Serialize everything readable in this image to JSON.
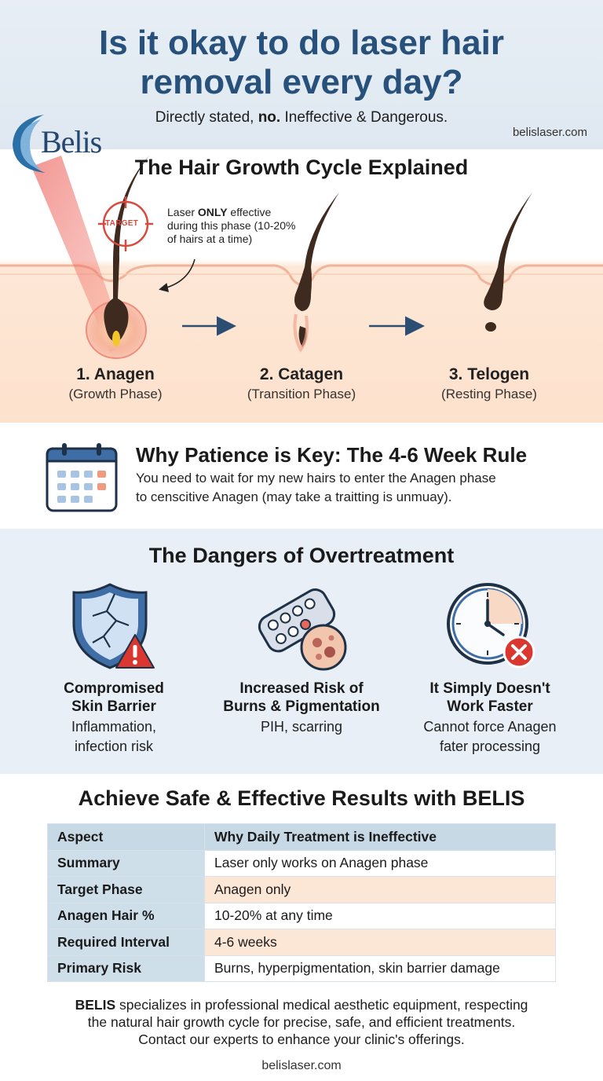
{
  "header": {
    "title_line1": "Is it okay to do laser hair",
    "title_line2": "removal every day?",
    "subtitle_pre": "Directly stated,",
    "subtitle_bold": "no.",
    "subtitle_post": "Ineffective & Dangerous.",
    "website": "belislaser.com",
    "logo_text": "Belis"
  },
  "cycle": {
    "title": "The Hair Growth Cycle Explained",
    "target_label": "TARGET",
    "note_pre": "Laser",
    "note_bold": "ONLY",
    "note_post": "effective during this phase (10-20% of hairs at a time)",
    "phases": [
      {
        "name": "1. Anagen",
        "sub": "(Growth Phase)"
      },
      {
        "name": "2. Catagen",
        "sub": "(Transition Phase)"
      },
      {
        "name": "3. Telogen",
        "sub": "(Resting Phase)"
      }
    ],
    "colors": {
      "skin": "#fde2cd",
      "hair": "#3e2a1f",
      "laser": "#e8413a",
      "arrow": "#2c4e72"
    }
  },
  "patience": {
    "title": "Why Patience is Key: The 4-6 Week Rule",
    "line1": "You need to wait for my new hairs to enter the Anagen phase",
    "line2": "to censcitive Anagen (may take a traitting is unmuay)."
  },
  "dangers": {
    "title": "The Dangers of Overtreatment",
    "items": [
      {
        "title_line1": "Compromised",
        "title_line2": "Skin Barrier",
        "desc_line1": "Inflammation,",
        "desc_line2": "infection risk",
        "icon": "cracked-shield-icon"
      },
      {
        "title_line1": "Increased Risk of",
        "title_line2": "Burns & Pigmentation",
        "desc_line1": "PIH, scarring",
        "desc_line2": "",
        "icon": "pills-pigmentation-icon"
      },
      {
        "title_line1": "It Simply Doesn't",
        "title_line2": "Work Faster",
        "desc_line1": "Cannot force Anagen",
        "desc_line2": "fater processing",
        "icon": "clock-cross-icon"
      }
    ]
  },
  "results": {
    "title": "Achieve Safe & Effective Results with BELIS",
    "table": {
      "headers": [
        "Aspect",
        "Why Daily Treatment is Ineffective"
      ],
      "rows": [
        {
          "aspect": "Summary",
          "value": "Laser only works on Anagen phase"
        },
        {
          "aspect": "Target Phase",
          "value": "Anagen only"
        },
        {
          "aspect": "Anagen Hair %",
          "value": "10-20% at any time"
        },
        {
          "aspect": "Required Interval",
          "value": "4-6 weeks"
        },
        {
          "aspect": "Primary Risk",
          "value": "Burns, hyperpigmentation, skin barrier damage"
        }
      ]
    },
    "footer_bold": "BELIS",
    "footer_line1": "specializes in professional medical aesthetic equipment, respecting",
    "footer_line2": "the natural hair growth cycle for precise, safe, and efficient treatments.",
    "footer_line3": "Contact our experts to enhance your clinic's offerings.",
    "website": "belislaser.com"
  }
}
